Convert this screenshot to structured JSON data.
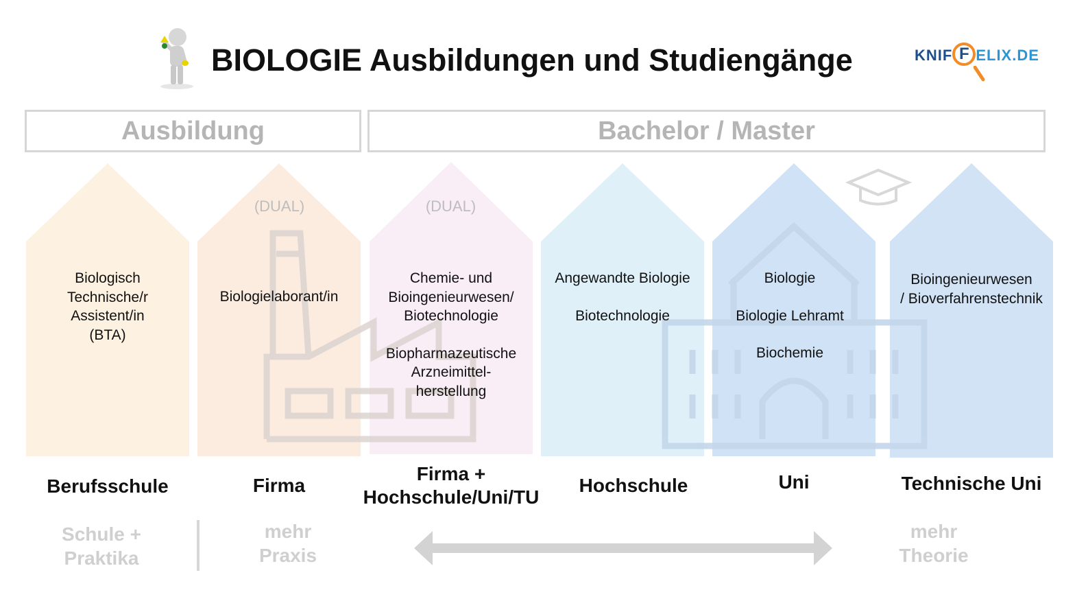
{
  "title": "BIOLOGIE Ausbildungen und Studiengänge",
  "logo": {
    "part1": "KNIF",
    "part2": "F",
    "part3": "ELIX.DE"
  },
  "categories": {
    "ausbildung": "Ausbildung",
    "bachelor_master": "Bachelor / Master"
  },
  "dual_label": "(DUAL)",
  "columns": [
    {
      "color": "#fdf2e1",
      "lines": [
        "Biologisch",
        "Technische/r",
        "Assistent/in",
        "(BTA)"
      ],
      "institution": "Berufsschule"
    },
    {
      "color": "#fcece0",
      "dual": true,
      "lines": [
        "Biologielaborant/in"
      ],
      "institution": "Firma"
    },
    {
      "color": "#f9eef6",
      "dual": true,
      "lines": [
        "Chemie- und",
        "Bioingenieurwesen/",
        "Biotechnologie",
        "",
        "Biopharmazeutische",
        "Arzneimittel-",
        "herstellung"
      ],
      "institution_line1": "Firma +",
      "institution_line2": "Hochschule/Uni/TU"
    },
    {
      "color": "#dff0f9",
      "lines": [
        "Angewandte Biologie",
        "",
        "Biotechnologie"
      ],
      "institution": "Hochschule"
    },
    {
      "color": "#d0e2f5",
      "lines": [
        "Biologie",
        "",
        "Biologie Lehramt",
        "",
        "Biochemie"
      ],
      "institution": "Uni"
    },
    {
      "color": "#d2e3f5",
      "lines": [
        "Bioingenieurwesen",
        "/ Bioverfahrenstechnik"
      ],
      "institution": "Technische Uni"
    }
  ],
  "footer": {
    "left_line1": "Schule +",
    "left_line2": "Praktika",
    "practice_line1": "mehr",
    "practice_line2": "Praxis",
    "theory_line1": "mehr",
    "theory_line2": "Theorie"
  },
  "colors": {
    "orange": "#f28c28",
    "blue": "#1f4e8c",
    "gray_text": "#cfcfcf"
  }
}
